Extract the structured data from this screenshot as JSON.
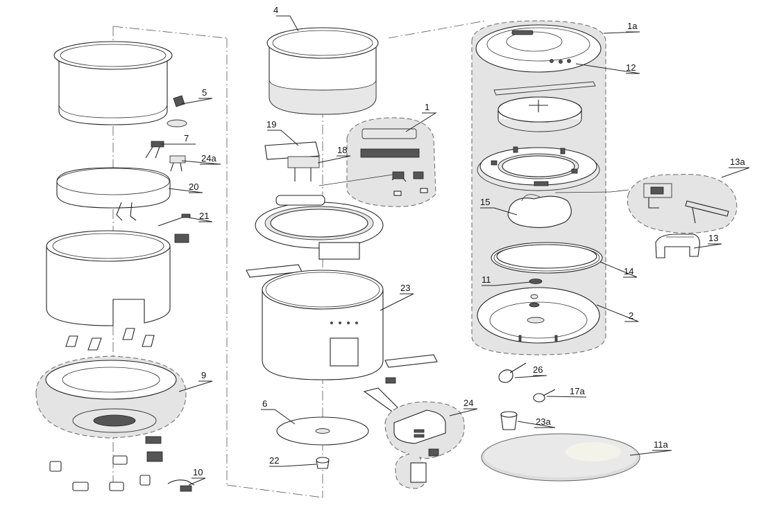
{
  "callouts": [
    {
      "id": "c-4",
      "label": "4"
    },
    {
      "id": "c-1a",
      "label": "1a"
    },
    {
      "id": "c-12",
      "label": "12"
    },
    {
      "id": "c-5",
      "label": "5"
    },
    {
      "id": "c-1",
      "label": "1"
    },
    {
      "id": "c-19",
      "label": "19"
    },
    {
      "id": "c-18",
      "label": "18"
    },
    {
      "id": "c-7",
      "label": "7"
    },
    {
      "id": "c-24a",
      "label": "24a"
    },
    {
      "id": "c-13a",
      "label": "13a"
    },
    {
      "id": "c-20",
      "label": "20"
    },
    {
      "id": "c-15",
      "label": "15"
    },
    {
      "id": "c-21",
      "label": "21"
    },
    {
      "id": "c-13",
      "label": "13"
    },
    {
      "id": "c-14",
      "label": "14"
    },
    {
      "id": "c-11",
      "label": "11"
    },
    {
      "id": "c-23",
      "label": "23"
    },
    {
      "id": "c-2",
      "label": "2"
    },
    {
      "id": "c-26",
      "label": "26"
    },
    {
      "id": "c-9",
      "label": "9"
    },
    {
      "id": "c-17a",
      "label": "17a"
    },
    {
      "id": "c-6",
      "label": "6"
    },
    {
      "id": "c-24",
      "label": "24"
    },
    {
      "id": "c-23a",
      "label": "23a"
    },
    {
      "id": "c-11a",
      "label": "11a"
    },
    {
      "id": "c-22",
      "label": "22"
    },
    {
      "id": "c-10",
      "label": "10"
    }
  ]
}
